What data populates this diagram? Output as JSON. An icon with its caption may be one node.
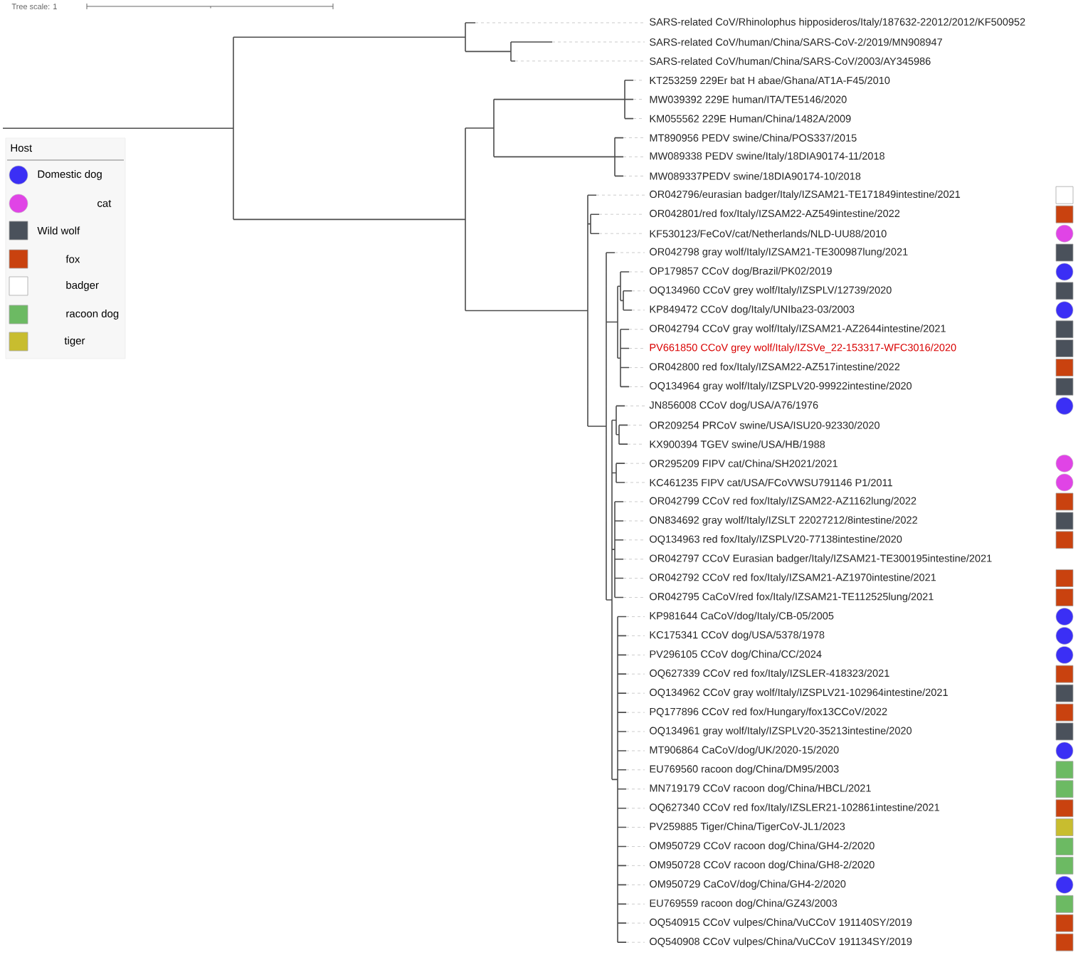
{
  "diagram": {
    "labels": [
      "Tree scale: 1",
      "SARS-related CoV/Rhinolophus hipposideros/Italy/187632-22012/2012/KF500952",
      "SARS-related CoV/human/China/SARS-CoV-2/2019/MN908947",
      "SARS-related CoV/human/China/SARS-CoV/2003/AY345986",
      "KT253259 229Er bat H abae/Ghana/AT1A-F45/2010",
      "MW039392 229E human/ITA/TE5146/2020",
      "KM055562 229E Human/China/1482A/2009",
      "MT890956 PEDV swine/China/POS337/2015",
      "MW089338 PEDV swine/Italy/18DIA90174-11/2018",
      "MW089337PEDV swine/18DIA90174-10/2018",
      "OR042796/eurasian badger/Italy/IZSAM21-TE171849intestine/2021",
      "OR042801/red fox/Italy/IZSAM22-AZ549intestine/2022",
      "KF530123/FeCoV/cat/Netherlands/NLD-UU88/2010",
      "OR042798 gray wolf/Italy/IZSAM21-TE300987lung/2021",
      "OP179857 CCoV dog/Brazil/PK02/2019",
      "OQ134960 CCoV grey wolf/Italy/IZSPLV/12739/2020",
      "KP849472 CCoV dog/Italy/UNIba23-03/2003",
      "OR042794 CCoV gray wolf/Italy/IZSAM21-AZ2644intestine/2021",
      "PV661850 CCoV grey wolf/Italy/IZSVe_22-153317-WFC3016/2020",
      "OR042800 red fox/Italy/IZSAM22-AZ517intestine/2022",
      "OQ134964 gray wolf/Italy/IZSPLV20-99922intestine/2020",
      "JN856008 CCoV dog/USA/A76/1976",
      "OR209254 PRCoV swine/USA/ISU20-92330/2020",
      "KX900394 TGEV swine/USA/HB/1988",
      "OR295209 FIPV cat/China/SH2021/2021",
      "KC461235 FIPV cat/USA/FCoVWSU791146 P1/2011",
      "OR042799 CCoV red fox/Italy/IZSAM22-AZ1162lung/2022",
      "ON834692 gray wolf/Italy/IZSLT 22027212/8intestine/2022",
      "OQ134963 red fox/Italy/IZSPLV20-77138intestine/2020",
      "OR042797 CCoV Eurasian badger/Italy/IZSAM21-TE300195intestine/2021",
      "OR042792 CCoV red fox/Italy/IZSAM21-AZ1970intestine/2021",
      "OR042795 CaCoV/red fox/Italy/IZSAM21-TE112525lung/2021",
      "KP981644 CaCoV/dog/Italy/CB-05/2005",
      "KC175341 CCoV dog/USA/5378/1978",
      "PV296105 CCoV dog/China/CC/2024",
      "OQ627339 CCoV red fox/Italy/IZSLER-418323/2021",
      "OQ134962 CCoV gray wolf/Italy/IZSPLV21-102964intestine/2021",
      "PQ177896 CCoV red fox/Hungary/fox13CCoV/2022",
      "OQ134961 gray wolf/Italy/IZSPLV20-35213intestine/2020",
      "MT906864 CaCoV/dog/UK/2020-15/2020",
      "EU769560 racoon dog/China/DM95/2003",
      "MN719179 CCoV racoon dog/China/HBCL/2021",
      "OQ627340 CCoV red fox/Italy/IZSLER21-102861intestine/2021",
      "PV259885 Tiger/China/TigerCoV-JL1/2023",
      "OM950729 CCoV racoon dog/China/GH4-2/2020",
      "OM950728 CCoV racoon dog/China/GH8-2/2020",
      "OM950729 CaCoV/dog/China/GH4-2/2020",
      "EU769559 racoon dog/China/GZ43/2003",
      "OQ540915 CCoV vulpes/China/VuCCoV 191140SY/2019",
      "OQ540908 CCoV vulpes/China/VuCCoV 191134SY/2019",
      "Host"
    ],
    "legend": [
      {
        "text": "Domestic dog",
        "color": "#3b2ff5"
      },
      {
        "text": "cat",
        "color": "#e044e6"
      },
      {
        "text": "Wild wolf",
        "color": "#4a515b"
      },
      {
        "text": "fox",
        "color": "#c9420f"
      },
      {
        "text": "badger",
        "color": "#ffffff"
      },
      {
        "text": "racoon dog",
        "color": "#6cba63"
      },
      {
        "text": "tiger",
        "color": "#c8bd2f"
      }
    ]
  }
}
